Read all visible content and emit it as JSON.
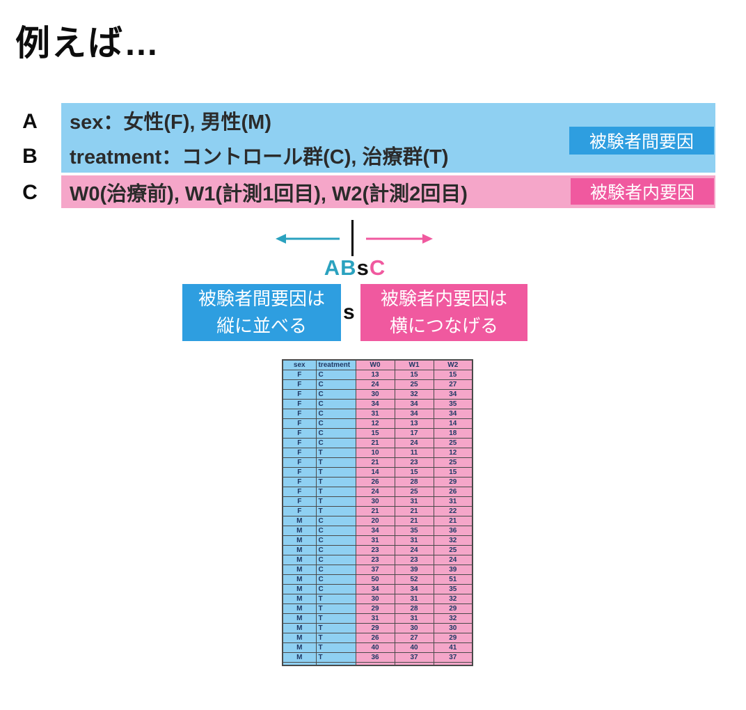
{
  "title": "例えば…",
  "factors": {
    "a": {
      "letter": "A",
      "text": "sex：女性(F), 男性(M)"
    },
    "b": {
      "letter": "B",
      "text": "treatment：コントロール群(C), 治療群(T)"
    },
    "c": {
      "letter": "C",
      "text": "W0(治療前), W1(計測1回目), W2(計測2回目)"
    },
    "between_badge": "被験者間要因",
    "within_badge": "被験者内要因"
  },
  "formula": {
    "between_part": "AB",
    "subject_part": "s",
    "within_part": "C"
  },
  "callouts": {
    "between_line1": "被験者間要因は",
    "between_line2": "縦に並べる",
    "separator": "s",
    "within_line1": "被験者内要因は",
    "within_line2": "横につなげる"
  },
  "colors": {
    "row_blue": "#8FD0F2",
    "row_pink": "#F5A6C9",
    "accent_blue": "#2E9EE0",
    "accent_pink": "#F0599F",
    "arrow_teal": "#2BA2BF",
    "table_text": "#1F3864"
  },
  "table": {
    "headers": [
      "sex",
      "treatment",
      "W0",
      "W1",
      "W2"
    ],
    "rows": [
      [
        "F",
        "C",
        "13",
        "15",
        "15"
      ],
      [
        "F",
        "C",
        "24",
        "25",
        "27"
      ],
      [
        "F",
        "C",
        "30",
        "32",
        "34"
      ],
      [
        "F",
        "C",
        "34",
        "34",
        "35"
      ],
      [
        "F",
        "C",
        "31",
        "34",
        "34"
      ],
      [
        "F",
        "C",
        "12",
        "13",
        "14"
      ],
      [
        "F",
        "C",
        "15",
        "17",
        "18"
      ],
      [
        "F",
        "C",
        "21",
        "24",
        "25"
      ],
      [
        "F",
        "T",
        "10",
        "11",
        "12"
      ],
      [
        "F",
        "T",
        "21",
        "23",
        "25"
      ],
      [
        "F",
        "T",
        "14",
        "15",
        "15"
      ],
      [
        "F",
        "T",
        "26",
        "28",
        "29"
      ],
      [
        "F",
        "T",
        "24",
        "25",
        "26"
      ],
      [
        "F",
        "T",
        "30",
        "31",
        "31"
      ],
      [
        "F",
        "T",
        "21",
        "21",
        "22"
      ],
      [
        "M",
        "C",
        "20",
        "21",
        "21"
      ],
      [
        "M",
        "C",
        "34",
        "35",
        "36"
      ],
      [
        "M",
        "C",
        "31",
        "31",
        "32"
      ],
      [
        "M",
        "C",
        "23",
        "24",
        "25"
      ],
      [
        "M",
        "C",
        "23",
        "23",
        "24"
      ],
      [
        "M",
        "C",
        "37",
        "39",
        "39"
      ],
      [
        "M",
        "C",
        "50",
        "52",
        "51"
      ],
      [
        "M",
        "C",
        "34",
        "34",
        "35"
      ],
      [
        "M",
        "T",
        "30",
        "31",
        "32"
      ],
      [
        "M",
        "T",
        "29",
        "28",
        "29"
      ],
      [
        "M",
        "T",
        "31",
        "31",
        "32"
      ],
      [
        "M",
        "T",
        "29",
        "30",
        "30"
      ],
      [
        "M",
        "T",
        "26",
        "27",
        "29"
      ],
      [
        "M",
        "T",
        "40",
        "40",
        "41"
      ],
      [
        "M",
        "T",
        "36",
        "37",
        "37"
      ]
    ]
  }
}
